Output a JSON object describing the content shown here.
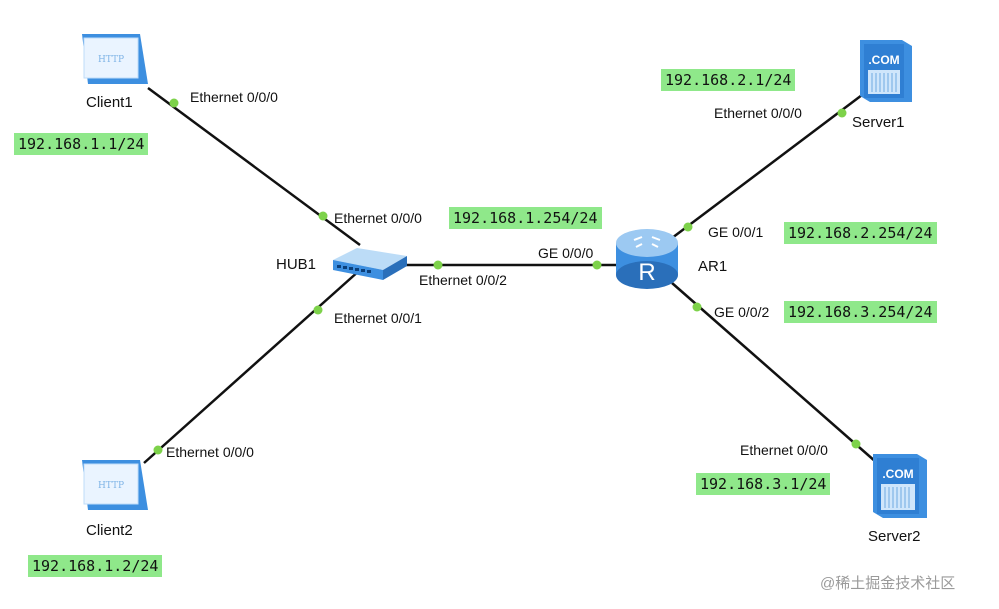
{
  "devices": {
    "client1": {
      "name": "Client1",
      "icon": "http-client-icon",
      "icon_text": "HTTP"
    },
    "client2": {
      "name": "Client2",
      "icon": "http-client-icon",
      "icon_text": "HTTP"
    },
    "hub1": {
      "name": "HUB1",
      "icon": "hub-icon"
    },
    "ar1": {
      "name": "AR1",
      "icon": "router-icon",
      "icon_text": "R"
    },
    "server1": {
      "name": "Server1",
      "icon": "web-server-icon",
      "icon_text": ".COM"
    },
    "server2": {
      "name": "Server2",
      "icon": "web-server-icon",
      "icon_text": ".COM"
    }
  },
  "ports": {
    "client1_eth": "Ethernet 0/0/0",
    "hub1_eth0": "Ethernet 0/0/0",
    "hub1_eth1": "Ethernet 0/0/1",
    "hub1_eth2": "Ethernet 0/0/2",
    "client2_eth": "Ethernet 0/0/0",
    "ar1_ge0": "GE 0/0/0",
    "ar1_ge1": "GE 0/0/1",
    "ar1_ge2": "GE 0/0/2",
    "server1_eth": "Ethernet 0/0/0",
    "server2_eth": "Ethernet 0/0/0"
  },
  "ips": {
    "client1": "192.168.1.1/24",
    "client2": "192.168.1.2/24",
    "ar1_ge0": "192.168.1.254/24",
    "ar1_ge1": "192.168.2.254/24",
    "ar1_ge2": "192.168.3.254/24",
    "server1": "192.168.2.1/24",
    "server2": "192.168.3.1/24"
  },
  "watermark": "@稀土掘金技术社区",
  "colors": {
    "link": "#111111",
    "port_dot": "#7dd24a",
    "ip_label_bg": "#8fe88a",
    "device_blue": "#3d8fe0"
  }
}
